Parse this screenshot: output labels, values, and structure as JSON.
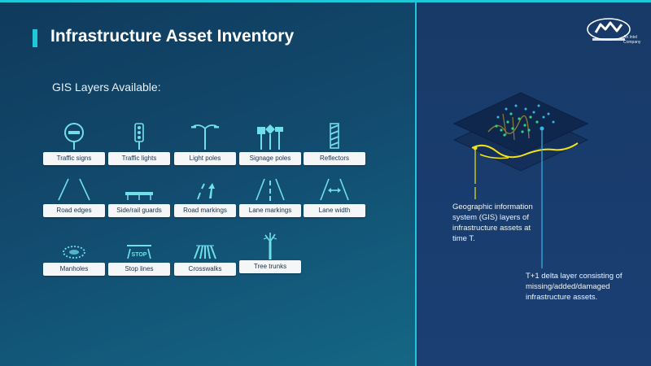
{
  "slide": {
    "title": "Infrastructure Asset Inventory",
    "subtitle": "GIS Layers Available:"
  },
  "layers": {
    "row1": [
      {
        "label": "Traffic signs",
        "icon": "no-entry-sign-icon"
      },
      {
        "label": "Traffic lights",
        "icon": "traffic-light-icon"
      },
      {
        "label": "Light poles",
        "icon": "light-pole-icon"
      },
      {
        "label": "Signage poles",
        "icon": "signage-pole-icon"
      },
      {
        "label": "Reflectors",
        "icon": "reflector-icon"
      }
    ],
    "row2": [
      {
        "label": "Road edges",
        "icon": "road-edges-icon"
      },
      {
        "label": "Side/rail guards",
        "icon": "rail-guard-icon"
      },
      {
        "label": "Road markings",
        "icon": "road-markings-icon"
      },
      {
        "label": "Lane markings",
        "icon": "lane-markings-icon"
      },
      {
        "label": "Lane width",
        "icon": "lane-width-icon"
      }
    ],
    "row3": [
      {
        "label": "Manholes",
        "icon": "manhole-icon"
      },
      {
        "label": "Stop lines",
        "icon": "stop-line-icon",
        "icon_text": "STOP"
      },
      {
        "label": "Crosswalks",
        "icon": "crosswalk-icon"
      },
      {
        "label": "Tree trunks",
        "icon": "tree-trunk-icon"
      }
    ]
  },
  "right_panel": {
    "logo_tagline_line1": "An Intel",
    "logo_tagline_line2": "Company",
    "description_gis": "Geographic information system (GIS) layers of infrastructure assets at time T.",
    "description_delta": "T+1 delta layer consisting of missing/added/damaged infrastructure assets."
  },
  "colors": {
    "accent": "#1ec8d8",
    "icon": "#6fe0ea",
    "highlight_yellow": "#f2e21a"
  }
}
